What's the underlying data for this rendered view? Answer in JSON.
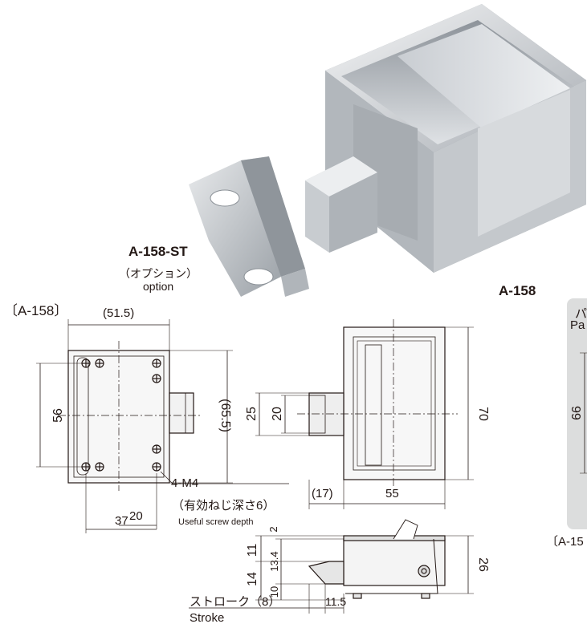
{
  "labels": {
    "part_bracket": "A-158-ST",
    "option_jp": "（オプション）",
    "option_en": "option",
    "part_main": "A-158",
    "section_title": "〔A-158〕",
    "panel_jp": "パ",
    "panel_en": "Pa",
    "panel_dim": "66",
    "panel_part": "〔A-15"
  },
  "front_view": {
    "dim_top": "(51.5)",
    "dim_left": "56",
    "dim_right": "(65.5)",
    "dim_bottom_inner": "20",
    "dim_bottom_outer": "37",
    "screw_spec": "4-M4",
    "screw_depth_jp": "（有効ねじ深さ6）",
    "screw_depth_en": "Useful screw depth"
  },
  "side_view": {
    "dim_h_outer": "25",
    "dim_h_inner": "20",
    "dim_height": "70",
    "dim_offset": "(17)",
    "dim_width": "55"
  },
  "bottom_view": {
    "dim_2": "2",
    "dim_11": "11",
    "dim_13_4": "13.4",
    "dim_14": "14",
    "dim_10": "10",
    "dim_26": "26",
    "stroke_jp": "ストローク（8）",
    "stroke_en": "Stroke",
    "dim_11_5": "11.5"
  },
  "colors": {
    "line": "#231815",
    "metal_light": "#e6e8ea",
    "metal_mid": "#b9bdc2",
    "metal_dark": "#8a9096",
    "panel_bg": "#dcdddd"
  }
}
